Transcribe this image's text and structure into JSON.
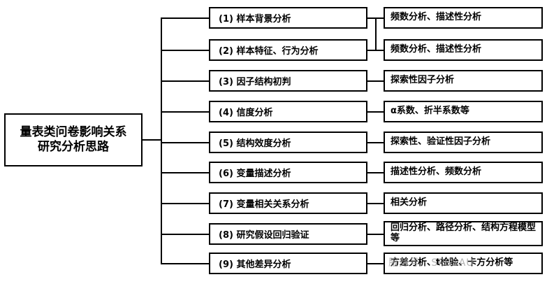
{
  "root": {
    "line1": "量表类问卷影响关系",
    "line2": "研究分析思路"
  },
  "steps": [
    {
      "label": "(1)  样本背景分析",
      "method": "频数分析、描述性分析"
    },
    {
      "label": "(2)  样本特征、行为分析",
      "method": "频数分析、描述性分析"
    },
    {
      "label": "(3)  因子结构初判",
      "method": "探索性因子分析"
    },
    {
      "label": "(4)  信度分析",
      "method": "α系数、折半系数等"
    },
    {
      "label": "(5)  结构效度分析",
      "method": "探索性、验证性因子分析"
    },
    {
      "label": "(6)  变量描述分析",
      "method": "描述性分析、频数分析"
    },
    {
      "label": "(7)  变量相关关系分析",
      "method": "相关分析"
    },
    {
      "label": "(8)  研究假设回归验证",
      "method": "回归分析、路径分析、结构方程模型等"
    },
    {
      "label": "(9)  其他差异分析",
      "method": "方差分析、t检验、卡方分析等"
    }
  ],
  "watermark": "服务号 · SPSSAU"
}
